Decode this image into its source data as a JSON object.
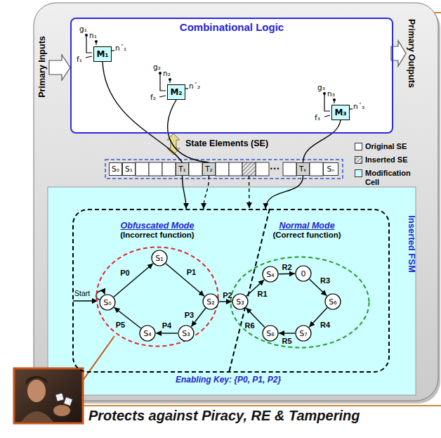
{
  "diagram": {
    "caption": "Protects against Piracy, RE & Tampering",
    "nodes": [
      {
        "text": [
          "Combinational Logic"
        ]
      },
      {
        "text": [
          "M₁"
        ],
        "in": 0
      },
      {
        "text": [
          "M₂"
        ],
        "in": 0
      },
      {
        "text": [
          "M₃"
        ],
        "in": 0
      },
      {
        "text": [
          "S₀"
        ]
      },
      {
        "text": [
          "S₁"
        ]
      },
      {
        "text": [
          "T₁"
        ]
      },
      {
        "text": [
          "T₂"
        ]
      },
      {
        "text": [
          "Tₖ"
        ]
      },
      {
        "text": [
          "Sₙ"
        ]
      },
      {
        "text": [
          "Inserted FSM"
        ]
      },
      {
        "text": [
          "Obfuscated Mode",
          "(Incorrect function)"
        ],
        "in": 10
      },
      {
        "text": [
          "Normal Mode",
          "(Correct function)"
        ],
        "in": 10
      },
      {
        "text": [
          "S₀"
        ],
        "in": 11
      },
      {
        "text": [
          "S₁"
        ],
        "in": 11
      },
      {
        "text": [
          "S₂"
        ],
        "in": 11
      },
      {
        "text": [
          "S₃"
        ],
        "in": 11
      },
      {
        "text": [
          "S₄"
        ],
        "in": 11
      },
      {
        "text": [
          "S₃"
        ],
        "in": 12
      },
      {
        "text": [
          "S₄"
        ],
        "in": 12
      },
      {
        "text": [
          "0"
        ],
        "in": 12
      },
      {
        "text": [
          "S₆"
        ],
        "in": 12
      },
      {
        "text": [
          "S₇"
        ],
        "in": 12
      },
      {
        "text": [
          "S₈"
        ],
        "in": 12
      }
    ],
    "edges": [
      {
        "from": 1,
        "to": 6,
        "arrow": "none"
      },
      {
        "from": 2,
        "to": 7,
        "arrow": "none"
      },
      {
        "from": 3,
        "to": 8,
        "arrow": "none"
      },
      {
        "from": 6,
        "to": 10,
        "arrow": "to"
      },
      {
        "from": 7,
        "to": 10,
        "arrow": "to"
      },
      {
        "from": 8,
        "to": 10,
        "arrow": "to"
      },
      {
        "from": 13,
        "to": 13,
        "arrow": "to"
      },
      {
        "from": 13,
        "to": 14,
        "label": "P0",
        "arrow": "to"
      },
      {
        "from": 14,
        "to": 15,
        "label": "P1",
        "arrow": "to"
      },
      {
        "from": 15,
        "to": 18,
        "label": "P2",
        "arrow": "to"
      },
      {
        "from": 15,
        "to": 16,
        "label": "P3",
        "arrow": "to"
      },
      {
        "from": 16,
        "to": 17,
        "label": "P4",
        "arrow": "to"
      },
      {
        "from": 17,
        "to": 13,
        "label": "P5",
        "arrow": "to"
      },
      {
        "from": 18,
        "to": 19,
        "label": "R1",
        "arrow": "to"
      },
      {
        "from": 19,
        "to": 20,
        "label": "R2",
        "arrow": "to"
      },
      {
        "from": 20,
        "to": 21,
        "label": "R3",
        "arrow": "to"
      },
      {
        "from": 21,
        "to": 22,
        "label": "R4",
        "arrow": "to"
      },
      {
        "from": 22,
        "to": 23,
        "label": "R5",
        "arrow": "to"
      },
      {
        "from": 23,
        "to": 18,
        "label": "R6",
        "arrow": "to"
      }
    ],
    "labels": [
      "g₁",
      "n₁",
      "f₁",
      "n´₁",
      "g₂",
      "n₂",
      "f₂",
      "n´₂",
      "g₃",
      "n₃",
      "f₃",
      "n´₃",
      "Primary Inputs",
      "Primary Outputs",
      "State Elements (SE)",
      "•••",
      "Start",
      "Enabling Key: {P0, P1, P2}"
    ],
    "legend": [
      {
        "text": "Original SE",
        "color": "#ffffff"
      },
      {
        "text": "Inserted SE"
      },
      {
        "text": "Modification Cell",
        "color": "#ccffff"
      }
    ]
  }
}
